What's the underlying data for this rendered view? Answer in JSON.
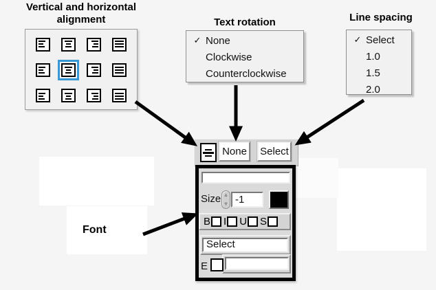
{
  "labels": {
    "alignment_title_line1": "Vertical and horizontal",
    "alignment_title_line2": "alignment",
    "text_rotation_title": "Text rotation",
    "line_spacing_title": "Line spacing",
    "font_label": "Font",
    "checkmark": "✓"
  },
  "alignment_grid": {
    "rows": [
      "top",
      "middle",
      "bottom"
    ],
    "cols": [
      "left",
      "center",
      "right",
      "justify"
    ],
    "selected": {
      "row": "middle",
      "col": "center"
    }
  },
  "text_rotation_menu": {
    "items": [
      {
        "label": "None",
        "checked": true
      },
      {
        "label": "Clockwise",
        "checked": false
      },
      {
        "label": "Counterclockwise",
        "checked": false
      }
    ]
  },
  "line_spacing_menu": {
    "items": [
      {
        "label": "Select",
        "checked": true
      },
      {
        "label": "1.0",
        "checked": false
      },
      {
        "label": "1.5",
        "checked": false
      },
      {
        "label": "2.0",
        "checked": false
      }
    ]
  },
  "font_panel": {
    "rotation_value": "None",
    "spacing_value": "Select",
    "text_field_value": "",
    "size_label": "Size",
    "size_value": "-1",
    "spinner_up": "▵",
    "spinner_down": "▿",
    "color_value": "#000000",
    "style_checkboxes": [
      {
        "label": "B",
        "checked": false
      },
      {
        "label": "I",
        "checked": false
      },
      {
        "label": "U",
        "checked": false
      },
      {
        "label": "S",
        "checked": false
      }
    ],
    "font_select_value": "Select",
    "e_label": "E",
    "e_checked": false,
    "e_field_value": ""
  },
  "colors": {
    "selection_blue": "#3898d6",
    "arrow": "#000000",
    "color_swatch": "#000000"
  }
}
